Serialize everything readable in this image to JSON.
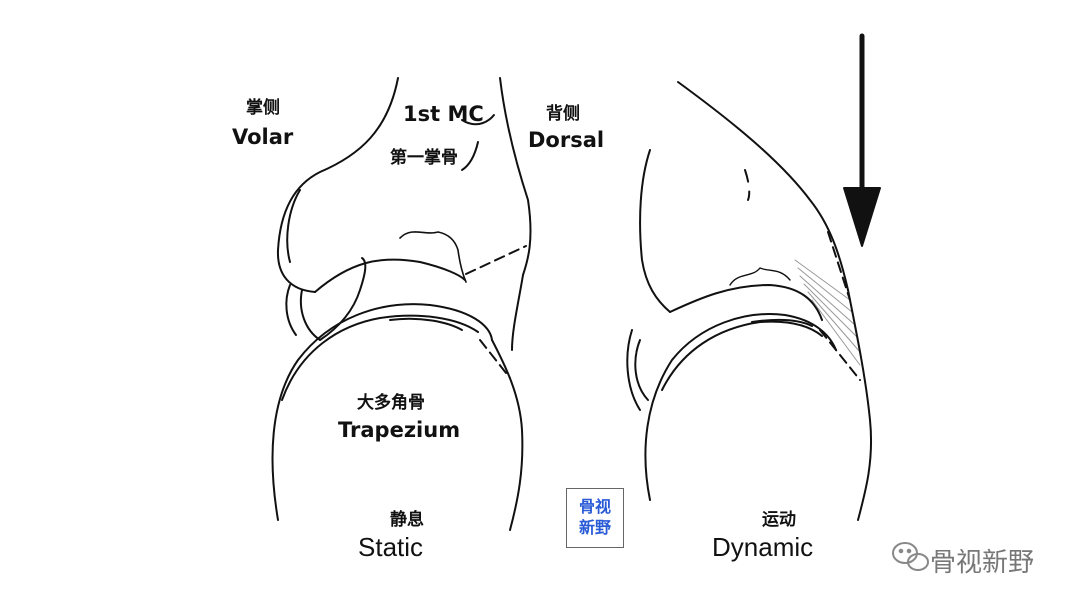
{
  "labels": {
    "volar_cn": "掌侧",
    "volar_en": "Volar",
    "mc_en": "1st MC",
    "mc_cn": "第一掌骨",
    "dorsal_cn": "背侧",
    "dorsal_en": "Dorsal",
    "trapezium_cn": "大多角骨",
    "trapezium_en": "Trapezium",
    "static_cn": "静息",
    "static_en": "Static",
    "dynamic_cn": "运动",
    "dynamic_en": "Dynamic"
  },
  "watermark": {
    "line1": "骨视",
    "line2": "新野"
  },
  "account": {
    "icon": "wechat-icon",
    "name": "骨视新野"
  },
  "colors": {
    "watermark_text": "#2a5bd7",
    "line": "#111111"
  }
}
